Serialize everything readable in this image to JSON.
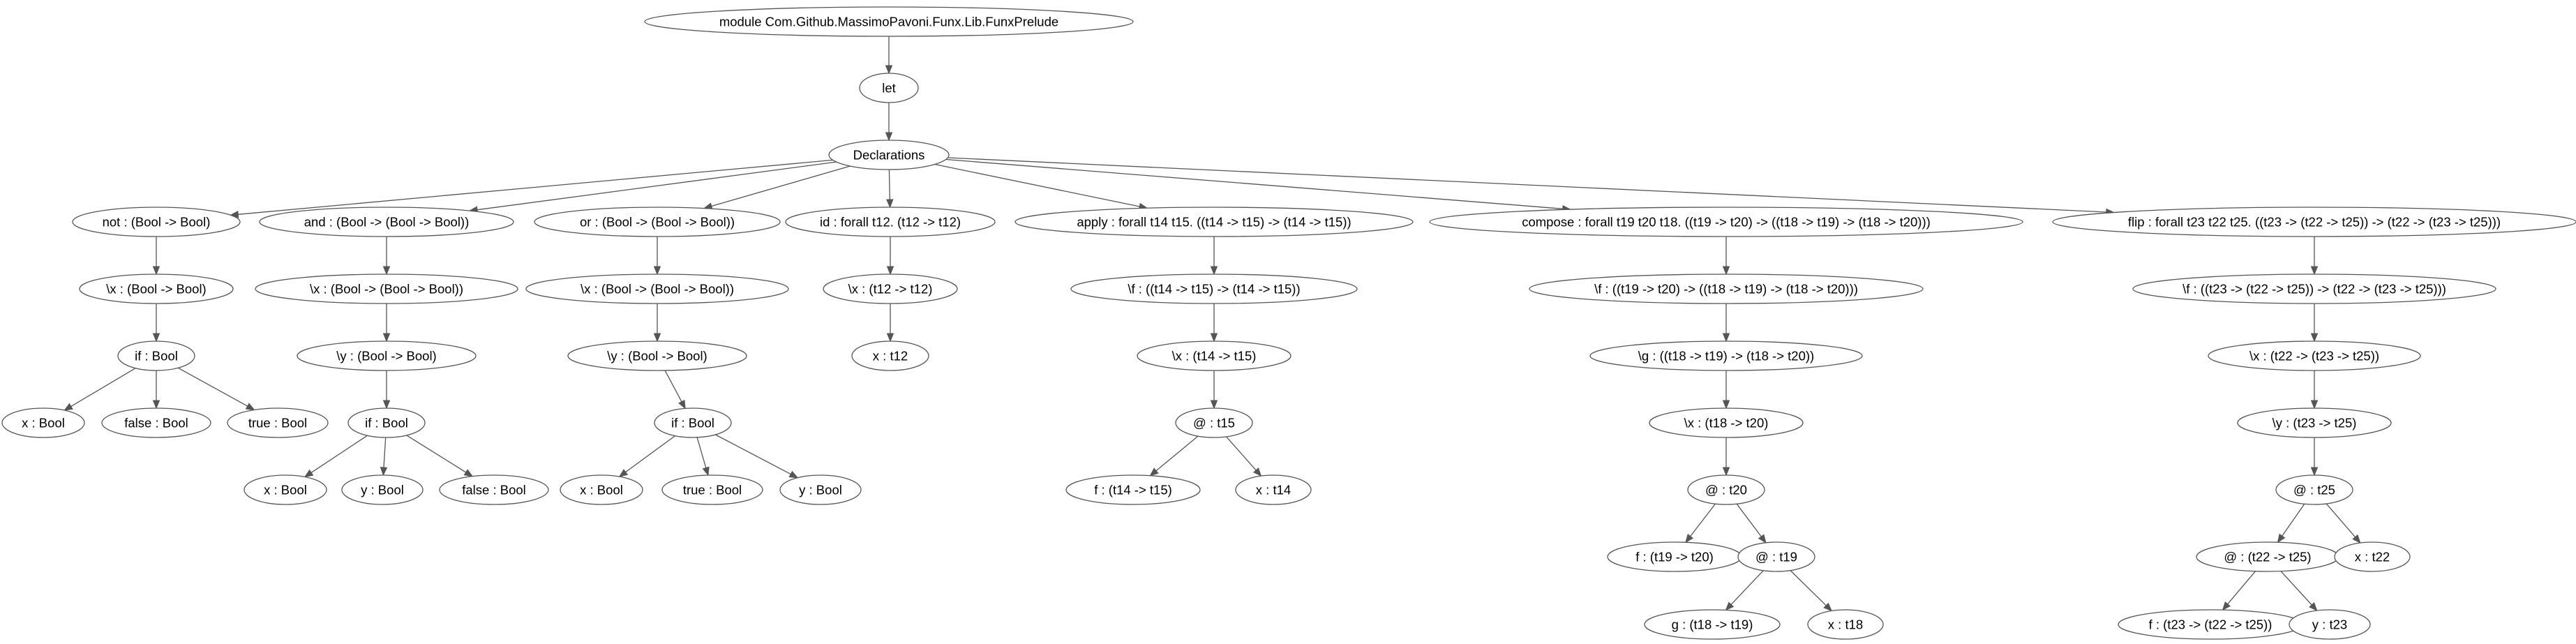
{
  "nodes": {
    "module": "module Com.Github.MassimoPavoni.Funx.Lib.FunxPrelude",
    "let": "let",
    "decls": "Declarations",
    "not": "not : (Bool -> Bool)",
    "not_lx": "\\x : (Bool -> Bool)",
    "not_if": "if : Bool",
    "not_x": "x : Bool",
    "not_false": "false : Bool",
    "not_true": "true : Bool",
    "and": "and : (Bool -> (Bool -> Bool))",
    "and_lx": "\\x : (Bool -> (Bool -> Bool))",
    "and_ly": "\\y : (Bool -> Bool)",
    "and_if": "if : Bool",
    "and_x": "x : Bool",
    "and_y": "y : Bool",
    "and_false": "false : Bool",
    "or": "or : (Bool -> (Bool -> Bool))",
    "or_lx": "\\x : (Bool -> (Bool -> Bool))",
    "or_ly": "\\y : (Bool -> Bool)",
    "or_if": "if : Bool",
    "or_x": "x : Bool",
    "or_true": "true : Bool",
    "or_y": "y : Bool",
    "id": "id : forall t12. (t12 -> t12)",
    "id_lx": "\\x : (t12 -> t12)",
    "id_x": "x : t12",
    "apply": "apply : forall t14 t15. ((t14 -> t15) -> (t14 -> t15))",
    "apply_lf": "\\f : ((t14 -> t15) -> (t14 -> t15))",
    "apply_lx": "\\x : (t14 -> t15)",
    "apply_at": "@ : t15",
    "apply_f": "f : (t14 -> t15)",
    "apply_x": "x : t14",
    "compose": "compose : forall t19 t20 t18. ((t19 -> t20) -> ((t18 -> t19) -> (t18 -> t20)))",
    "comp_lf": "\\f : ((t19 -> t20) -> ((t18 -> t19) -> (t18 -> t20)))",
    "comp_lg": "\\g : ((t18 -> t19) -> (t18 -> t20))",
    "comp_lx": "\\x : (t18 -> t20)",
    "comp_at": "@ : t20",
    "comp_f": "f : (t19 -> t20)",
    "comp_at2": "@ : t19",
    "comp_g": "g : (t18 -> t19)",
    "comp_x": "x : t18",
    "flip": "flip : forall t23 t22 t25. ((t23 -> (t22 -> t25)) -> (t22 -> (t23 -> t25)))",
    "flip_lf": "\\f : ((t23 -> (t22 -> t25)) -> (t22 -> (t23 -> t25)))",
    "flip_lx": "\\x : (t22 -> (t23 -> t25))",
    "flip_ly": "\\y : (t23 -> t25)",
    "flip_at": "@ : t25",
    "flip_at2": "@ : (t22 -> t25)",
    "flip_x": "x : t22",
    "flip_f": "f : (t23 -> (t22 -> t25))",
    "flip_y": "y : t23"
  }
}
